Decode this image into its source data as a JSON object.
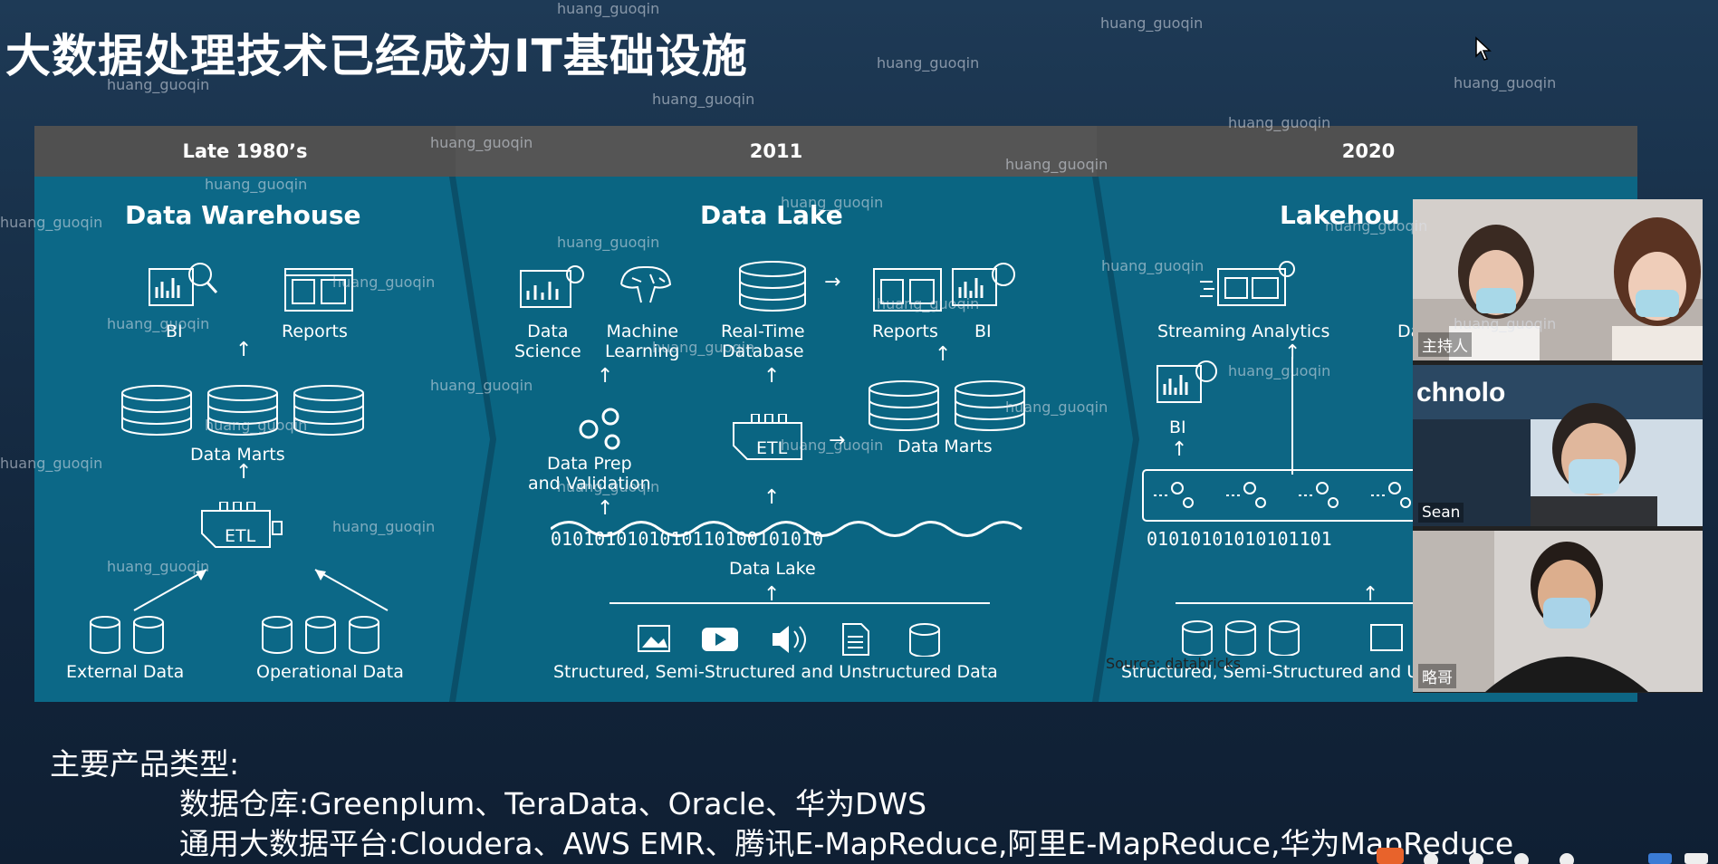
{
  "slide": {
    "title": "大数据处理技术已经成为IT基础设施",
    "eras": [
      {
        "year": "Late 1980’s",
        "name": "Data Warehouse"
      },
      {
        "year": "2011",
        "name": "Data Lake"
      },
      {
        "year": "2020",
        "name": "Lakehou"
      }
    ],
    "warehouse": {
      "bi": "BI",
      "reports": "Reports",
      "data_marts": "Data Marts",
      "etl": "ETL",
      "external_data": "External Data",
      "operational_data": "Operational Data"
    },
    "lake": {
      "data_science": "Data\nScience",
      "machine_learning": "Machine\nLearning",
      "real_time_database": "Real-Time\nDatabase",
      "reports": "Reports",
      "bi": "BI",
      "data_prep": "Data Prep\nand Validation",
      "etl": "ETL",
      "data_marts": "Data Marts",
      "binary_stream": "0101010101010110100101010",
      "data_lake": "Data Lake",
      "sources": "Structured, Semi-Structured and Unstructured Data"
    },
    "lakehouse": {
      "streaming_analytics": "Streaming Analytics",
      "dat": "Dat",
      "bi": "BI",
      "binary_stream": "01010101010101101",
      "sources": "Structured, Semi-Structured and Unstructured a"
    },
    "source_note": "Source: databricks",
    "notes": {
      "heading": "主要产品类型:",
      "line1": "数据仓库:Greenplum、TeraData、Oracle、华为DWS",
      "line2": "通用大数据平台:Cloudera、AWS EMR、腾讯E-MapReduce,阿里E-MapReduce,华为MapReduce"
    }
  },
  "video_panel": {
    "participants": [
      {
        "name": "主持人"
      },
      {
        "name": "Sean"
      },
      {
        "name": "略哥"
      }
    ],
    "banner_text": "chnolo"
  },
  "watermark": "huang_guoqin",
  "colors": {
    "panel": "#0c6887",
    "era_bar": "#505050",
    "background": "#183049"
  }
}
